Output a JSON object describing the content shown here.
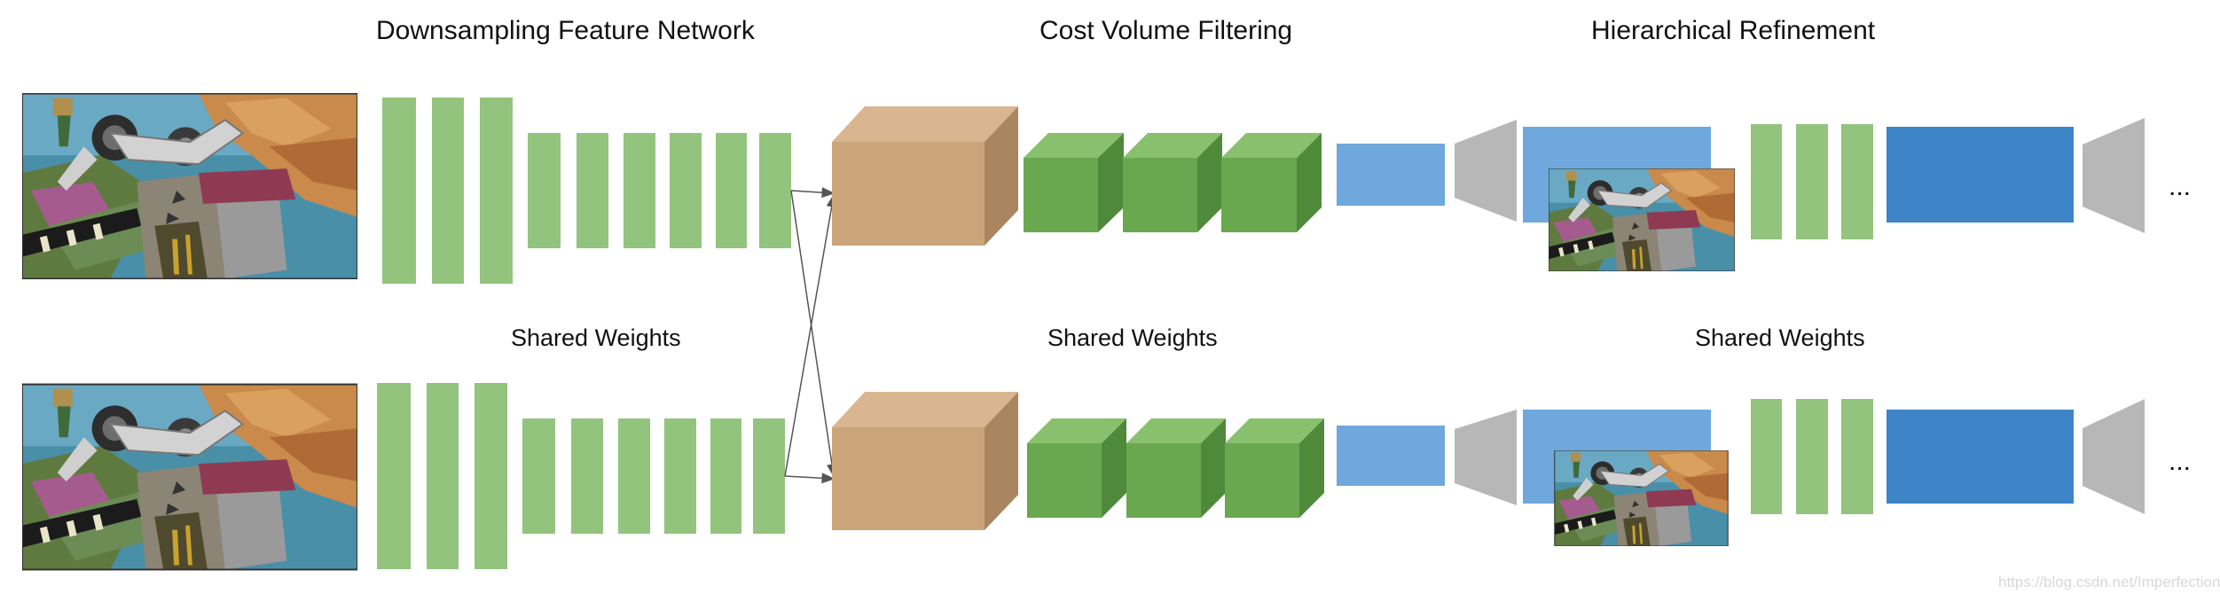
{
  "headings": {
    "feature": "Downsampling Feature Network",
    "cost": "Cost Volume Filtering",
    "refine": "Hierarchical Refinement"
  },
  "shared_labels": {
    "feature": "Shared Weights",
    "cost": "Shared Weights",
    "refine": "Shared Weights"
  },
  "ellipsis": {
    "top": "...",
    "bottom": "..."
  },
  "watermark": "https://blog.csdn.net/Imperfection",
  "colors": {
    "feature_layer": "#93c47d",
    "cost_volume_front": "#cba57a",
    "cost_volume_top": "#d9b68f",
    "cost_volume_side": "#a98660",
    "cube_front": "#6aa84f",
    "cube_top": "#89c06e",
    "cube_side": "#4f8a3a",
    "light_blue_block": "#6fa8dc",
    "dark_blue_block": "#3d85c6",
    "upsample_trapezoid": "#b7b7b7",
    "arrow": "#555555"
  }
}
